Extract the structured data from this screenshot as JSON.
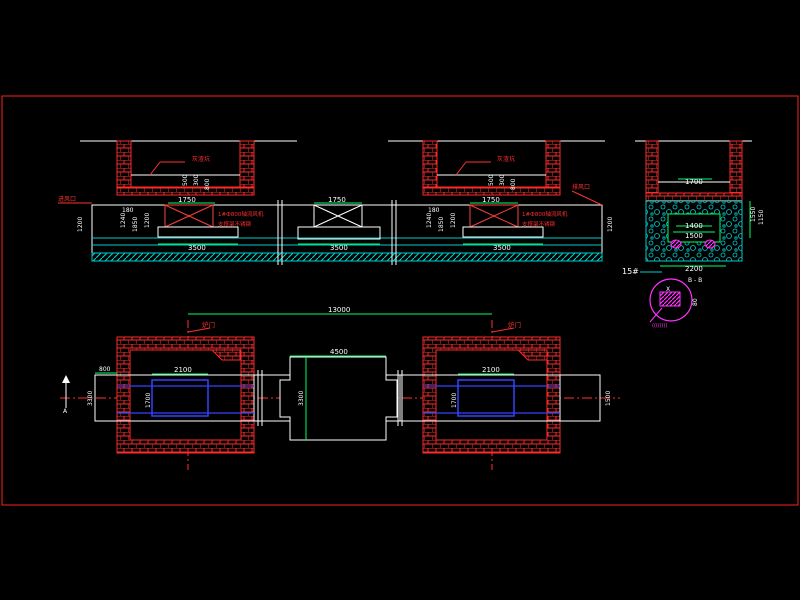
{
  "drawing": {
    "top_dims": {
      "left": {
        "d1": "1750",
        "d2": "3500",
        "d3": "1240",
        "d4": "1850",
        "d5": "1200",
        "d6": "500",
        "d7": "800",
        "d8": "300",
        "d9": "180"
      },
      "middle": {
        "d1": "1750",
        "d2": "3500"
      },
      "right": {
        "d1": "1750",
        "d2": "3500",
        "d3": "1240",
        "d4": "1850",
        "d5": "1200",
        "d6": "500",
        "d7": "800",
        "d8": "300",
        "d9": "180"
      }
    },
    "section": {
      "d1": "1700",
      "d2": "1400",
      "d3": "1500",
      "d4": "2200",
      "d5": "1550",
      "d6": "1150",
      "d7": "15#",
      "d8": "B - B",
      "d9": "80",
      "d10": "X"
    },
    "plan": {
      "overall": "13000",
      "mid_width": "4500",
      "left_w": "2100",
      "right_w": "2100",
      "left_h": "1700",
      "right_h": "1700",
      "left_end": "800",
      "left_side": "3300",
      "mid_side": "3300",
      "right_side": "1500",
      "door_left": "炉门",
      "door_right": "炉门",
      "arrow_label": "A"
    },
    "annotations": {
      "left_top": "灰渣坑",
      "right_top": "灰渣坑",
      "left_inlet": "进风口",
      "right_inlet": "排风口",
      "left_fan": "1#Ф800轴流风机",
      "left_fan2": "支撑架不锈钢",
      "right_fan": "1#Ф800轴流风机",
      "right_fan2": "支撑架不锈钢",
      "leader_mark": "(((((((("
    }
  }
}
